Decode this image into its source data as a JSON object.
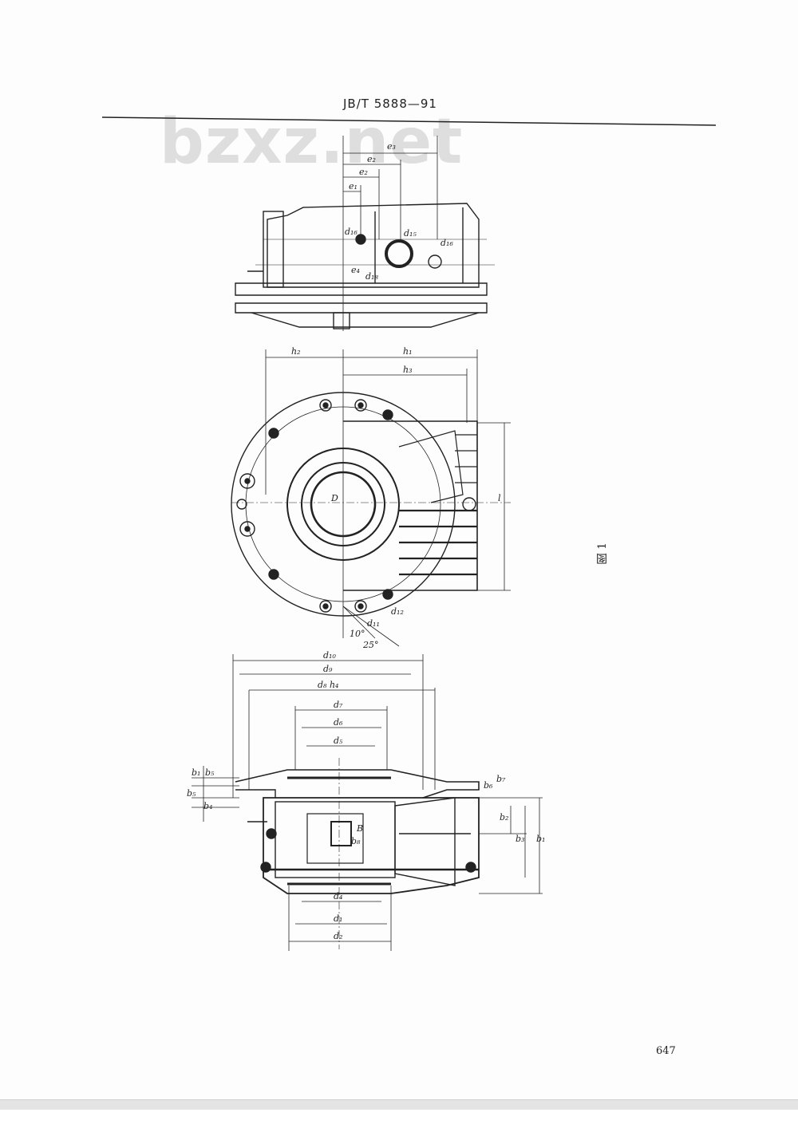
{
  "document": {
    "header": "JB/T 5888—91",
    "watermark": "bzxz.net",
    "figure_caption": "图 1",
    "page_number": "647"
  },
  "top_view_labels": [
    "e₃",
    "e₂",
    "e₂",
    "e₁",
    "d₁₅",
    "d₁₆",
    "d₁₆",
    "d₁₈",
    "e₄"
  ],
  "middle_view_labels": [
    "h₂",
    "h₁",
    "h₃",
    "l",
    "D",
    "d₁₁",
    "d₁₂",
    "10°",
    "25°"
  ],
  "bottom_view_labels": [
    "d₁₀",
    "d₉",
    "d₈ h₄",
    "d₇",
    "d₆",
    "d₅",
    "d₄",
    "d₁",
    "d₂",
    "b₁",
    "b₅",
    "b₅",
    "b₄",
    "b₆",
    "b₇",
    "b₂",
    "b₃",
    "b₁",
    "B",
    "b₈"
  ]
}
